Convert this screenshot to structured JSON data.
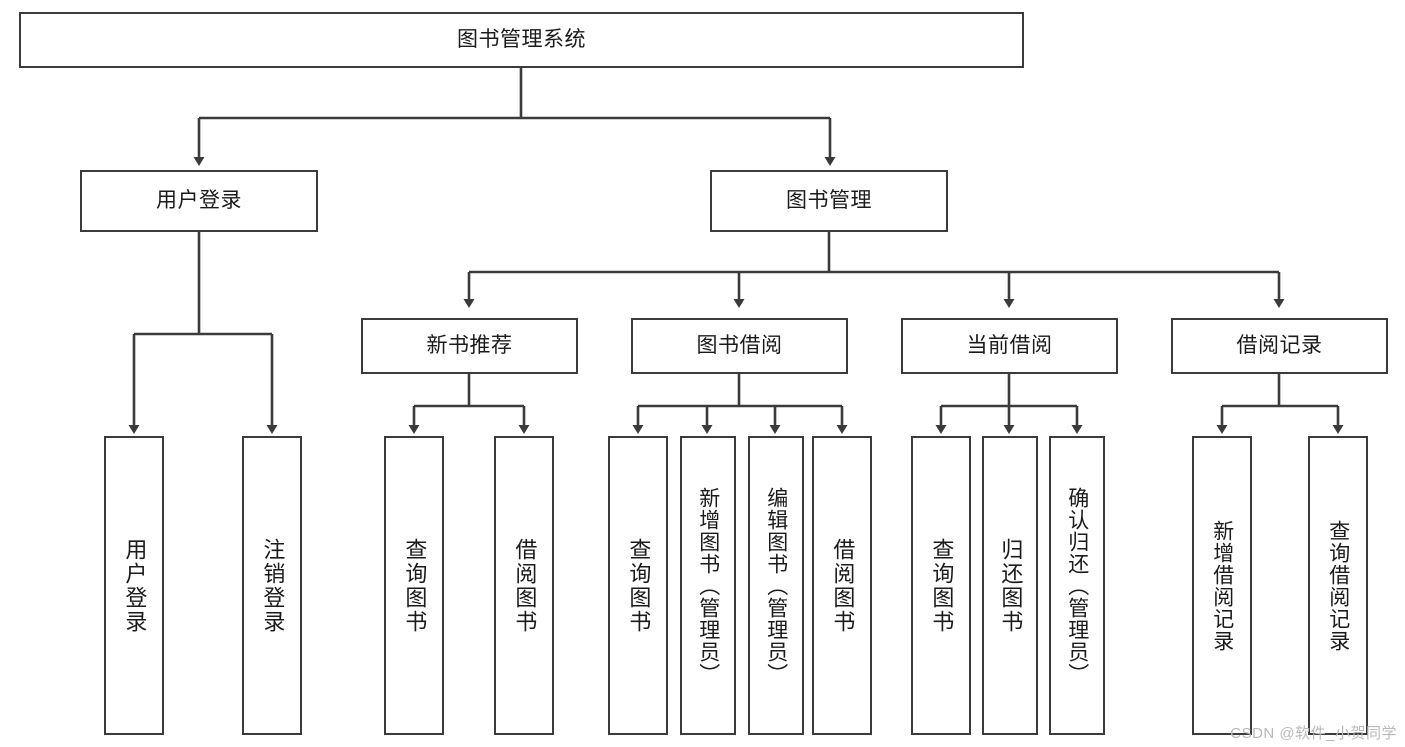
{
  "diagram": {
    "type": "tree-hierarchy-chart",
    "title": "图书管理系统",
    "line_color": "#3b3b3b",
    "box_fill": "#ffffff",
    "text_color": "#1b1b1b",
    "root": {
      "label": "图书管理系统"
    },
    "level2": [
      {
        "label": "用户登录"
      },
      {
        "label": "图书管理"
      }
    ],
    "level3": [
      {
        "label": "新书推荐"
      },
      {
        "label": "图书借阅"
      },
      {
        "label": "当前借阅"
      },
      {
        "label": "借阅记录"
      }
    ],
    "leaves": {
      "user_login": [
        {
          "label": "用户登录"
        },
        {
          "label": "注销登录"
        }
      ],
      "new_book_recommend": [
        {
          "label": "查询图书"
        },
        {
          "label": "借阅图书"
        }
      ],
      "book_borrow": [
        {
          "label": "查询图书"
        },
        {
          "label": "新增图书（管理员）"
        },
        {
          "label": "编辑图书（管理员）"
        },
        {
          "label": "借阅图书"
        }
      ],
      "current_borrow": [
        {
          "label": "查询图书"
        },
        {
          "label": "归还图书"
        },
        {
          "label": "确认归还（管理员）"
        }
      ],
      "borrow_record": [
        {
          "label": "新增借阅记录"
        },
        {
          "label": "查询借阅记录"
        }
      ]
    }
  },
  "watermark": {
    "text": "CSDN @软件_小贺同学",
    "color": "#b9b9b9"
  }
}
